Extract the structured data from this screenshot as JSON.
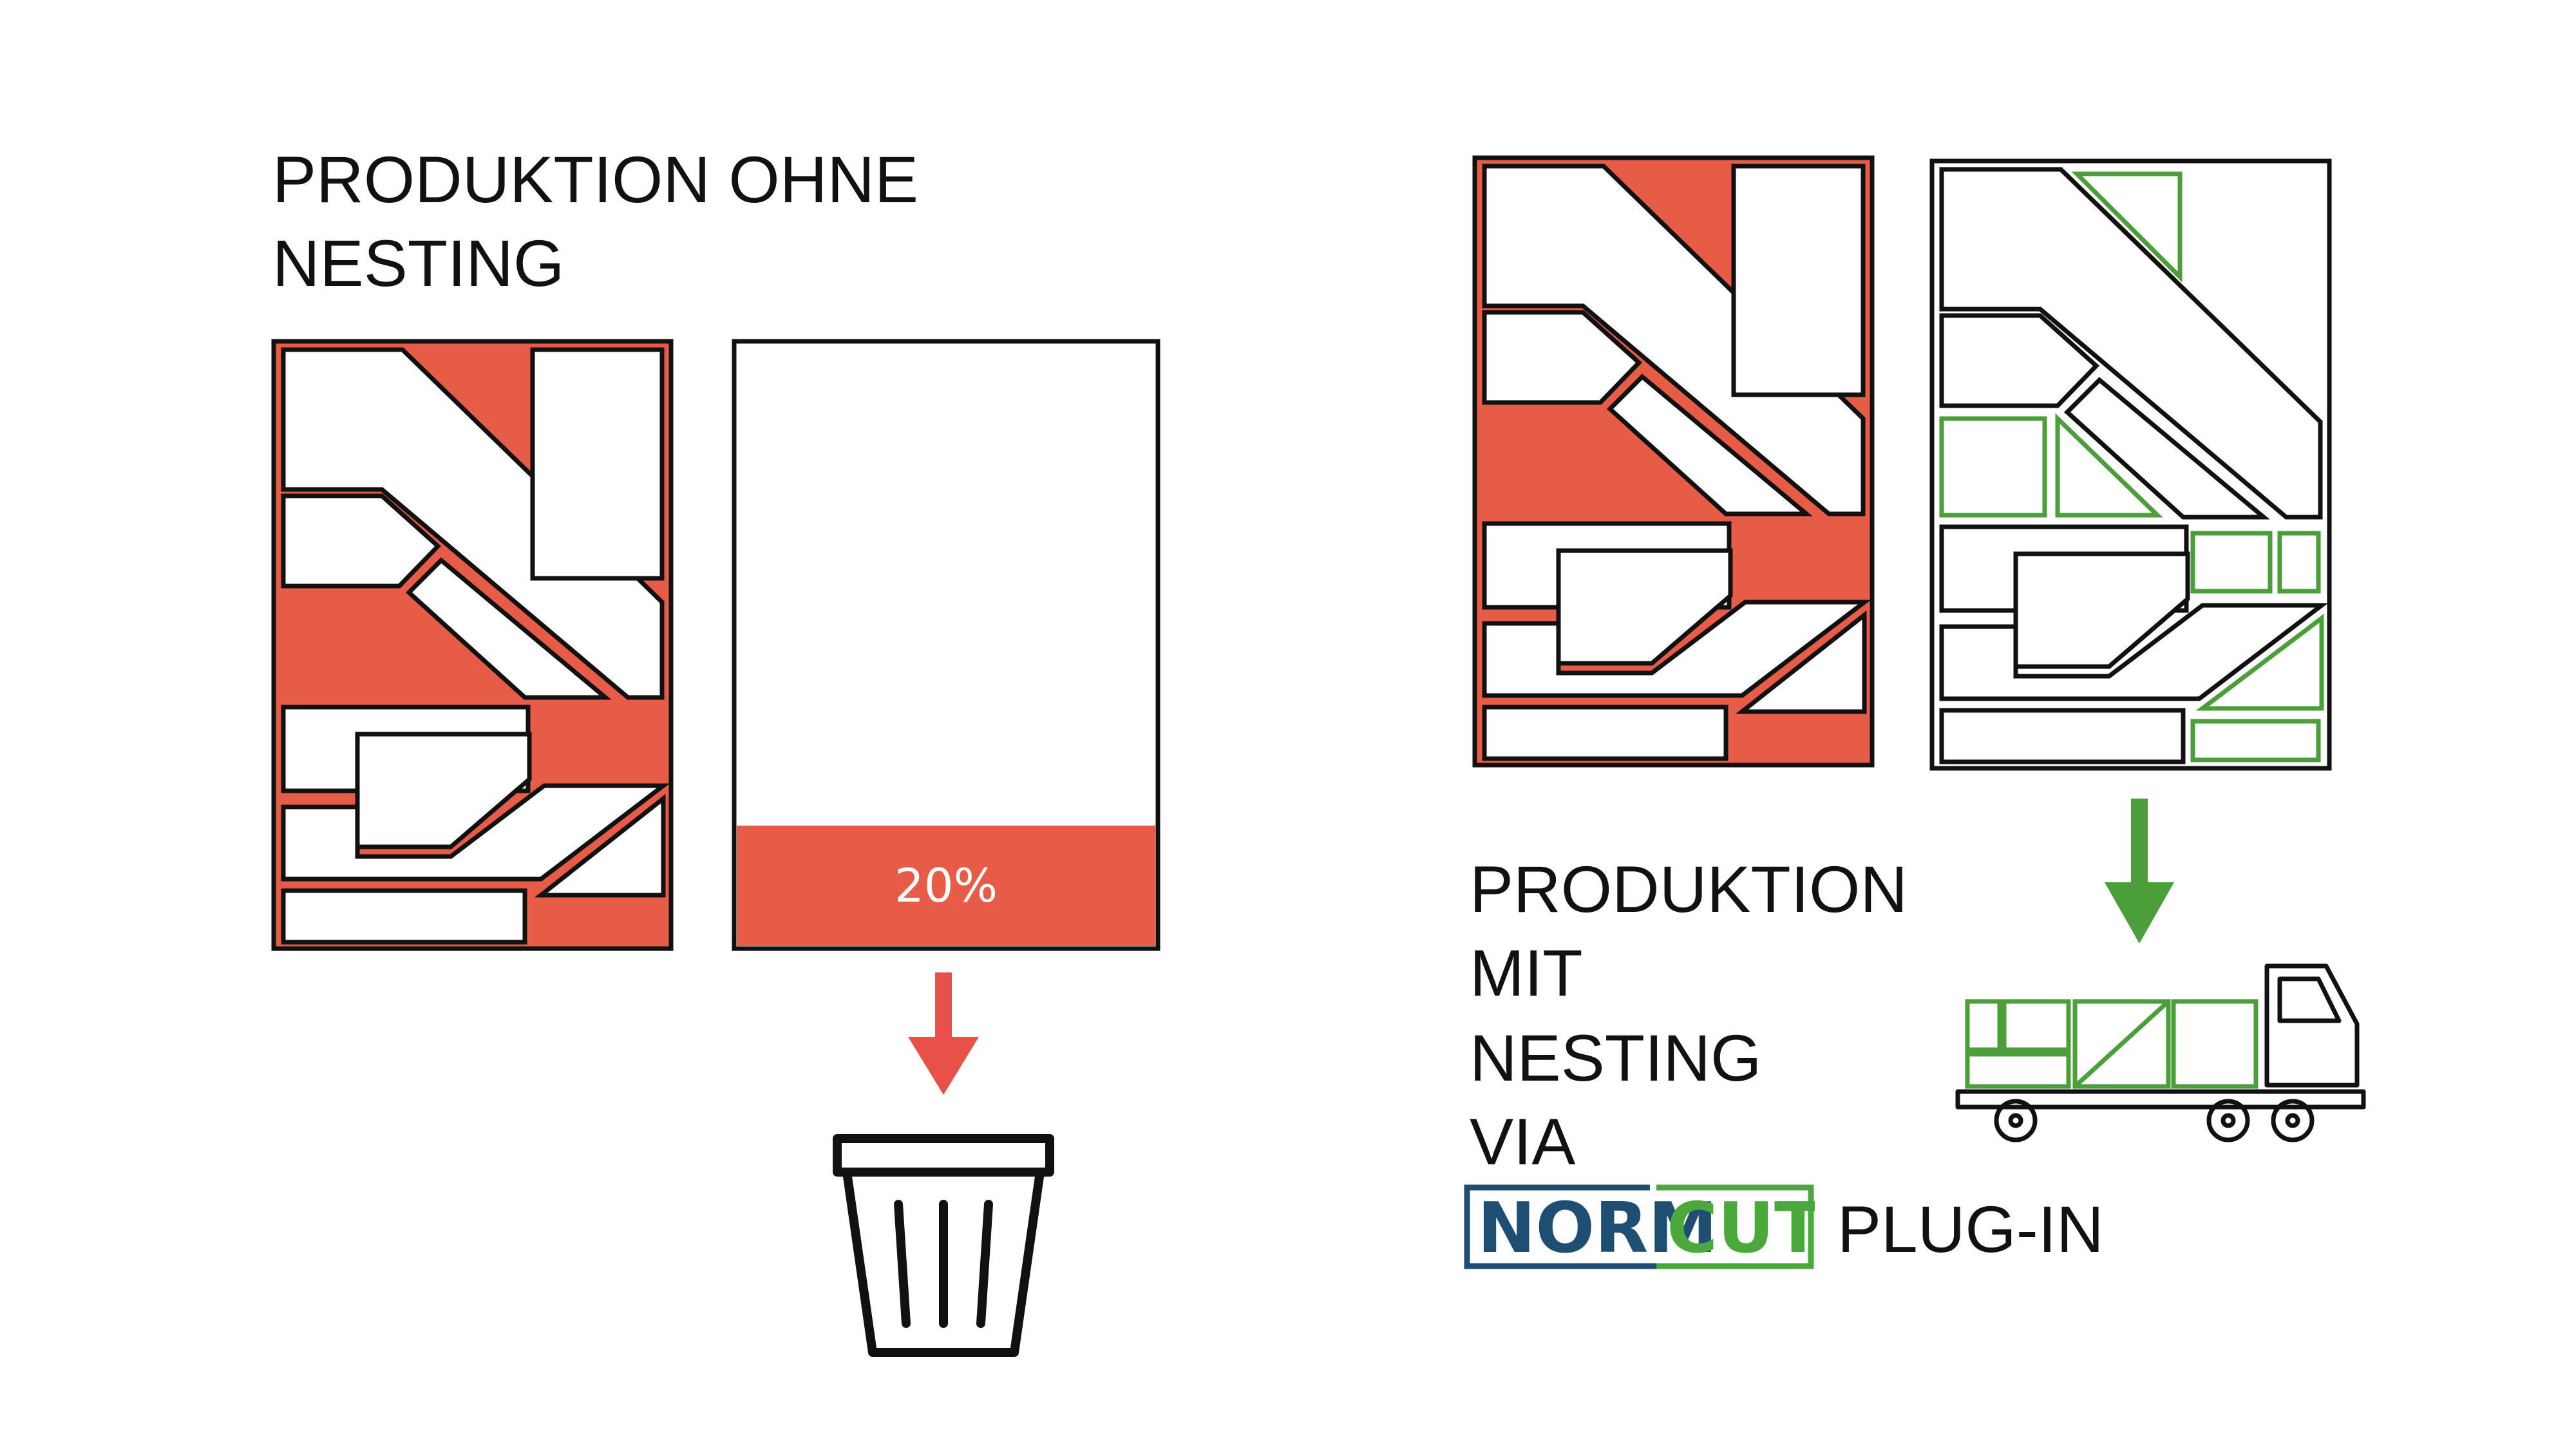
{
  "left": {
    "title_line1": "PRODUKTION OHNE",
    "title_line2": "NESTING",
    "waste_percent": "20%",
    "waste_fraction": 0.2
  },
  "right": {
    "title_line1": "PRODUKTION",
    "title_line2": "MIT",
    "title_line3": "NESTING",
    "title_line4": "VIA",
    "logo_text_part1": "NORM",
    "logo_text_part2": "CUT",
    "plugin_label": "PLUG-IN"
  },
  "colors": {
    "waste_red": "#E65C46",
    "arrow_red": "#E8504A",
    "nesting_green": "#4B9E3A",
    "logo_blue": "#1F4E73",
    "logo_green": "#4BA83A",
    "outline": "#111111"
  },
  "icons": {
    "waste_arrow": "arrow-down-icon",
    "trash": "trash-can-icon",
    "ship_arrow": "arrow-down-icon",
    "truck": "truck-icon"
  }
}
